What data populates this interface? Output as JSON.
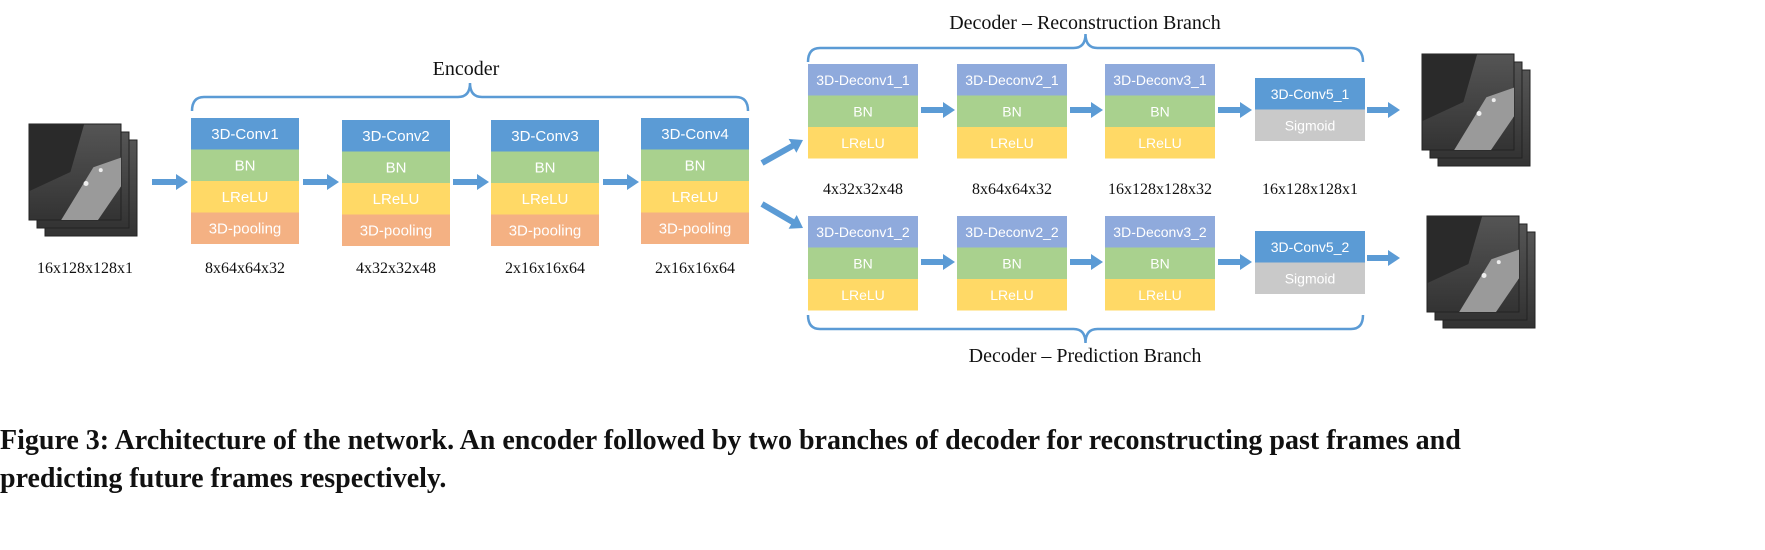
{
  "encoder": {
    "title": "Encoder",
    "input_size": "16x128x128x1",
    "blocks": [
      {
        "layers": [
          "3D-Conv1",
          "BN",
          "LReLU",
          "3D-pooling"
        ],
        "size": "8x64x64x32"
      },
      {
        "layers": [
          "3D-Conv2",
          "BN",
          "LReLU",
          "3D-pooling"
        ],
        "size": "4x32x32x48"
      },
      {
        "layers": [
          "3D-Conv3",
          "BN",
          "LReLU",
          "3D-pooling"
        ],
        "size": "2x16x16x64"
      },
      {
        "layers": [
          "3D-Conv4",
          "BN",
          "LReLU",
          "3D-pooling"
        ],
        "size": "2x16x16x64"
      }
    ]
  },
  "reconstruction": {
    "title": "Decoder – Reconstruction Branch",
    "blocks": [
      {
        "layers": [
          "3D-Deconv1_1",
          "BN",
          "LReLU"
        ],
        "size": "4x32x32x48"
      },
      {
        "layers": [
          "3D-Deconv2_1",
          "BN",
          "LReLU"
        ],
        "size": "8x64x64x32"
      },
      {
        "layers": [
          "3D-Deconv3_1",
          "BN",
          "LReLU"
        ],
        "size": "16x128x128x32"
      },
      {
        "layers": [
          "3D-Conv5_1",
          "Sigmoid"
        ],
        "size": "16x128x128x1"
      }
    ]
  },
  "prediction": {
    "title": "Decoder – Prediction Branch",
    "blocks": [
      {
        "layers": [
          "3D-Deconv1_2",
          "BN",
          "LReLU"
        ]
      },
      {
        "layers": [
          "3D-Deconv2_2",
          "BN",
          "LReLU"
        ]
      },
      {
        "layers": [
          "3D-Deconv3_2",
          "BN",
          "LReLU"
        ]
      },
      {
        "layers": [
          "3D-Conv5_2",
          "Sigmoid"
        ]
      }
    ]
  },
  "colors": {
    "conv": "#5b9bd5",
    "deconv": "#8faadc",
    "bn": "#a9d18e",
    "lrelu": "#ffd966",
    "pooling": "#f4b183",
    "sigmoid": "#c9c9c9",
    "arrow": "#5b9bd5",
    "brace": "#5b9bd5"
  },
  "caption": {
    "line1": "Figure 3: Architecture of the network. An encoder followed by two branches of decoder for reconstructing past frames and",
    "line2": "predicting future frames respectively."
  }
}
